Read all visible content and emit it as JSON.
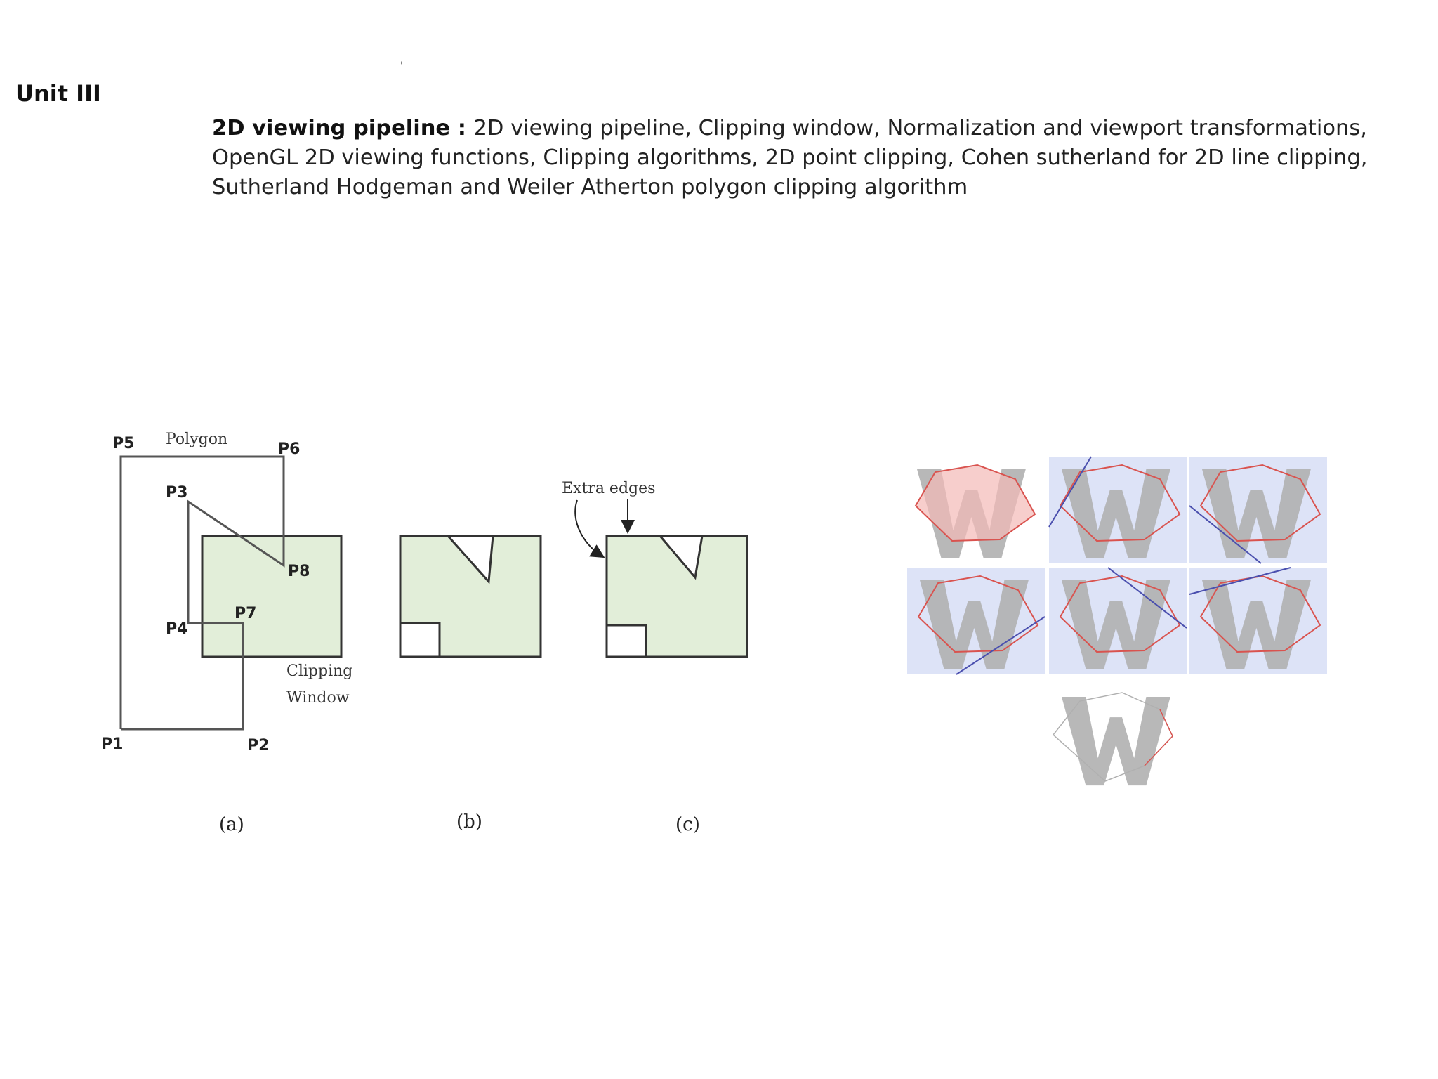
{
  "unit": {
    "title": "Unit III"
  },
  "syllabus": {
    "topic": "2D viewing pipeline",
    "separator": " : ",
    "text": "2D viewing pipeline, Clipping window, Normalization and viewport transformations, OpenGL 2D viewing functions, Clipping algorithms, 2D point clipping, Cohen sutherland for 2D line clipping, Sutherland Hodgeman and Weiler Atherton polygon clipping algorithm"
  },
  "stray_mark": "'",
  "figure_left": {
    "polygon_label": "Polygon",
    "clipping_window_label_1": "Clipping",
    "clipping_window_label_2": "Window",
    "extra_edges_label": "Extra edges",
    "vertices": {
      "p1": "P1",
      "p2": "P2",
      "p3": "P3",
      "p4": "P4",
      "p5": "P5",
      "p6": "P6",
      "p7": "P7",
      "p8": "P8"
    },
    "captions": {
      "a": "(a)",
      "b": "(b)",
      "c": "(c)"
    },
    "colors": {
      "window_fill": "#e2eed9",
      "outline": "#333333"
    }
  },
  "figure_right": {
    "letter": "W",
    "panel_count": 7,
    "colors": {
      "panel_bg": "#dde3f7",
      "polygon_red": "#d9534f",
      "polygon_fill": "#f4b9b7",
      "clip_edge": "#4a4fae",
      "letter_gray": "#b0b0b0"
    }
  }
}
